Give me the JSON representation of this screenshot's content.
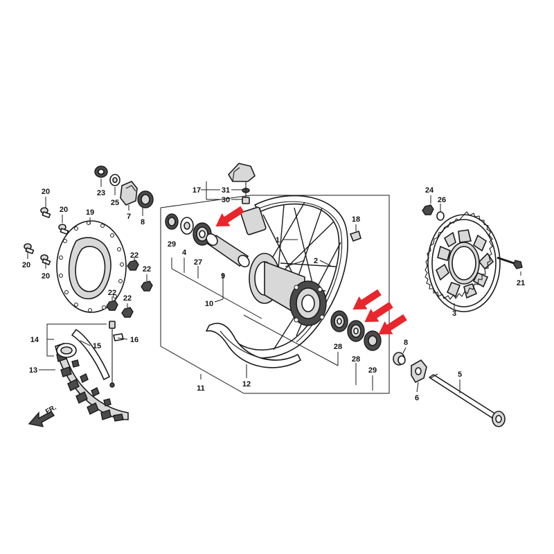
{
  "labels": {
    "l1": "1",
    "l2": "2",
    "l3": "3",
    "l4": "4",
    "l5": "5",
    "l6": "6",
    "l7": "7",
    "l8a": "8",
    "l8b": "8",
    "l9": "9",
    "l10": "10",
    "l11": "11",
    "l12": "12",
    "l13": "13",
    "l14": "14",
    "l15": "15",
    "l16": "16",
    "l17": "17",
    "l18": "18",
    "l19": "19",
    "l20a": "20",
    "l20b": "20",
    "l20c": "20",
    "l20d": "20",
    "l21": "21",
    "l22a": "22",
    "l22b": "22",
    "l22c": "22",
    "l22d": "22",
    "l23": "23",
    "l24": "24",
    "l25": "25",
    "l26": "26",
    "l27": "27",
    "l28a": "28",
    "l28b": "28",
    "l29a": "29",
    "l29b": "29",
    "l30": "30",
    "l31": "31"
  },
  "front_marker": "FR.",
  "colors": {
    "highlight_arrow": "#e8262b",
    "line": "#1a1a1a"
  }
}
